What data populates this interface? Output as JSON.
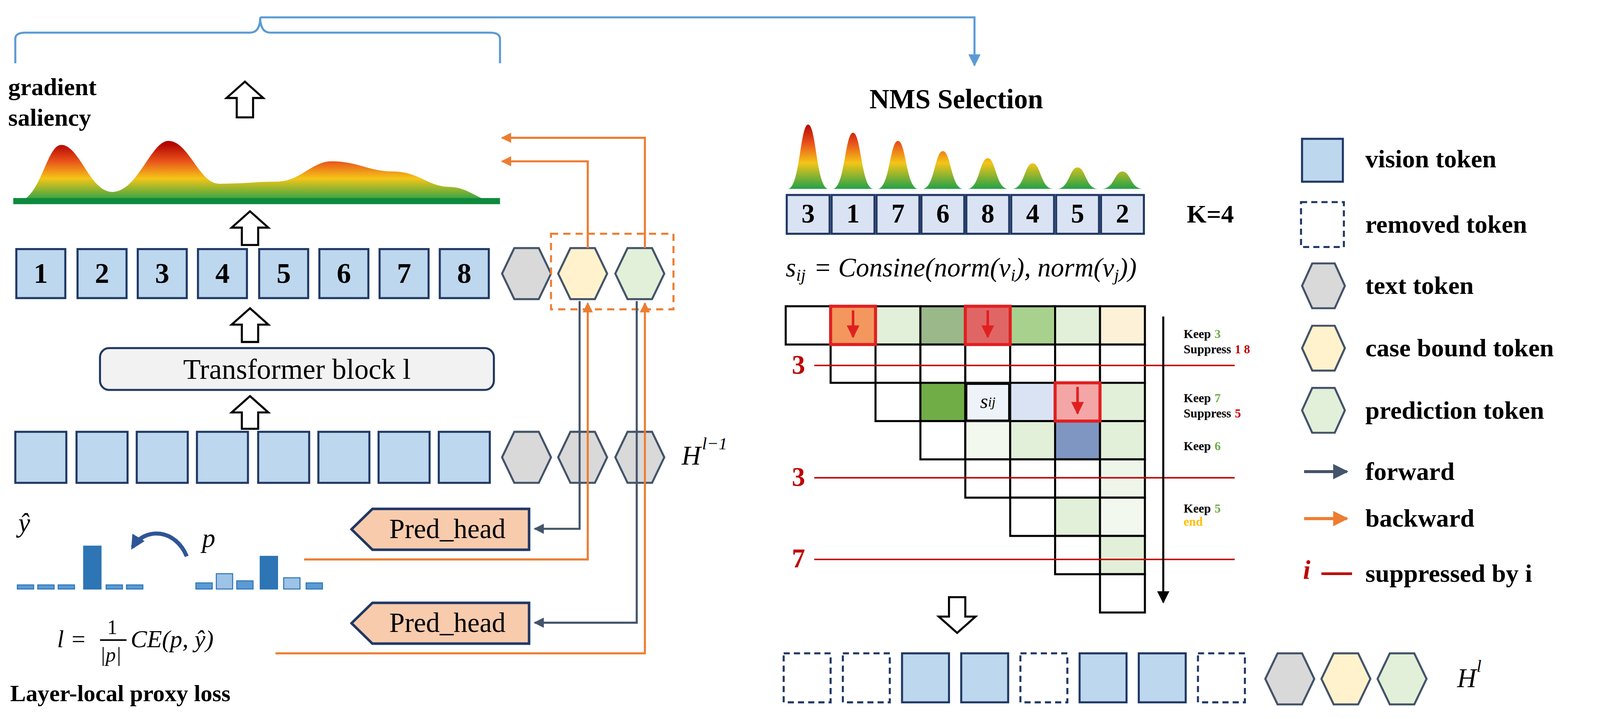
{
  "diagram": {
    "nodes": [
      {
        "text": [
          "1"
        ]
      },
      {
        "text": [
          "2"
        ]
      },
      {
        "text": [
          "3"
        ]
      },
      {
        "text": [
          "4"
        ]
      },
      {
        "text": [
          "5"
        ]
      },
      {
        "text": [
          "6"
        ]
      },
      {
        "text": [
          "7"
        ]
      },
      {
        "text": [
          "8"
        ]
      },
      {
        "text": [
          "Transformer block l"
        ]
      },
      {
        "text": [
          "Pred_head"
        ]
      },
      {
        "text": [
          "Pred_head"
        ]
      },
      {
        "text": [
          "3"
        ]
      },
      {
        "text": [
          "1"
        ]
      },
      {
        "text": [
          "7"
        ]
      },
      {
        "text": [
          "6"
        ]
      },
      {
        "text": [
          "8"
        ]
      },
      {
        "text": [
          "4"
        ]
      },
      {
        "text": [
          "5"
        ]
      },
      {
        "text": [
          "2"
        ]
      },
      {
        "text": [
          "s",
          "ij"
        ]
      }
    ],
    "labels": [
      "gradient saliency",
      "H",
      "l−1",
      "ŷ",
      "p",
      "l =",
      "1",
      "|p|",
      "CE(p, ŷ)",
      "Layer-local proxy loss",
      "NMS Selection",
      "K=4",
      "s",
      "ij",
      "= Consine(norm(v",
      "i",
      "), norm(v",
      "j",
      "))",
      "3",
      "3",
      "7",
      "Keep",
      "3",
      "Suppress",
      "1 8",
      "Keep",
      "7",
      "Suppress",
      "5",
      "Keep",
      "6",
      "Keep",
      "5",
      "end",
      "H",
      "l",
      "i"
    ],
    "legend": [
      {
        "text": "vision token",
        "color": "#bdd7ee"
      },
      {
        "text": "removed token"
      },
      {
        "text": "text token",
        "color": "#d9d9d9"
      },
      {
        "text": "case bound token",
        "color": "#fff2cc"
      },
      {
        "text": "prediction token",
        "color": "#e2f0d9"
      },
      {
        "text": "forward"
      },
      {
        "text": "backward"
      },
      {
        "text": "suppressed by i"
      }
    ]
  }
}
